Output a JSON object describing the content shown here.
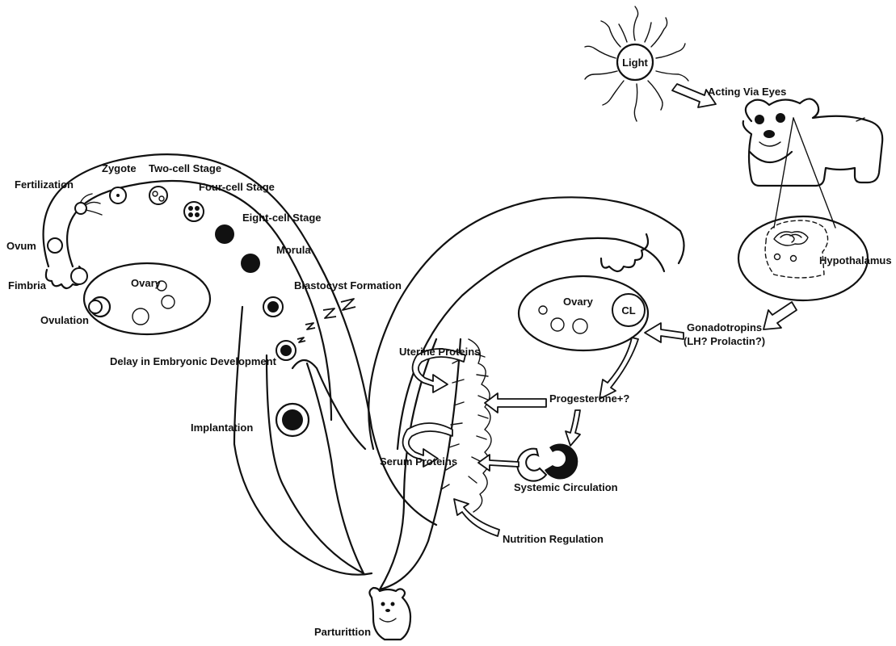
{
  "labels": {
    "light": "Light",
    "acting_via_eyes": "Acting Via Eyes",
    "hypothalamus": "Hypothalamus",
    "gonadotropins_line1": "Gonadotropins",
    "gonadotropins_line2": "(LH? Prolactin?)",
    "fertilization": "Fertilization",
    "zygote": "Zygote",
    "two_cell_stage": "Two-cell Stage",
    "four_cell_stage": "Four-cell Stage",
    "eight_cell_stage": "Eight-cell Stage",
    "morula": "Morula",
    "blastocyst_formation": "Blastocyst Formation",
    "ovum": "Ovum",
    "fimbria": "Fimbria",
    "ovulation": "Ovulation",
    "ovary_left": "Ovary",
    "ovary_right": "Ovary",
    "corpus_luteum": "CL",
    "delay": "Delay in Embryonic Development",
    "implantation": "Implantation",
    "uterine_proteins": "Uterine Proteins",
    "serum_proteins": "Serum Proteins",
    "progesterone": "Progesterone+?",
    "systemic_circulation": "Systemic Circulation",
    "nutrition_regulation": "Nutrition Regulation",
    "parturition": "Parturittion"
  },
  "icons": {
    "sun": "sun-icon",
    "bear_adult": "bear-icon",
    "bear_cub": "bear-cub-icon",
    "sleep": "sleep-z-icon"
  },
  "colors": {
    "ink": "#111111",
    "paper": "#ffffff"
  }
}
